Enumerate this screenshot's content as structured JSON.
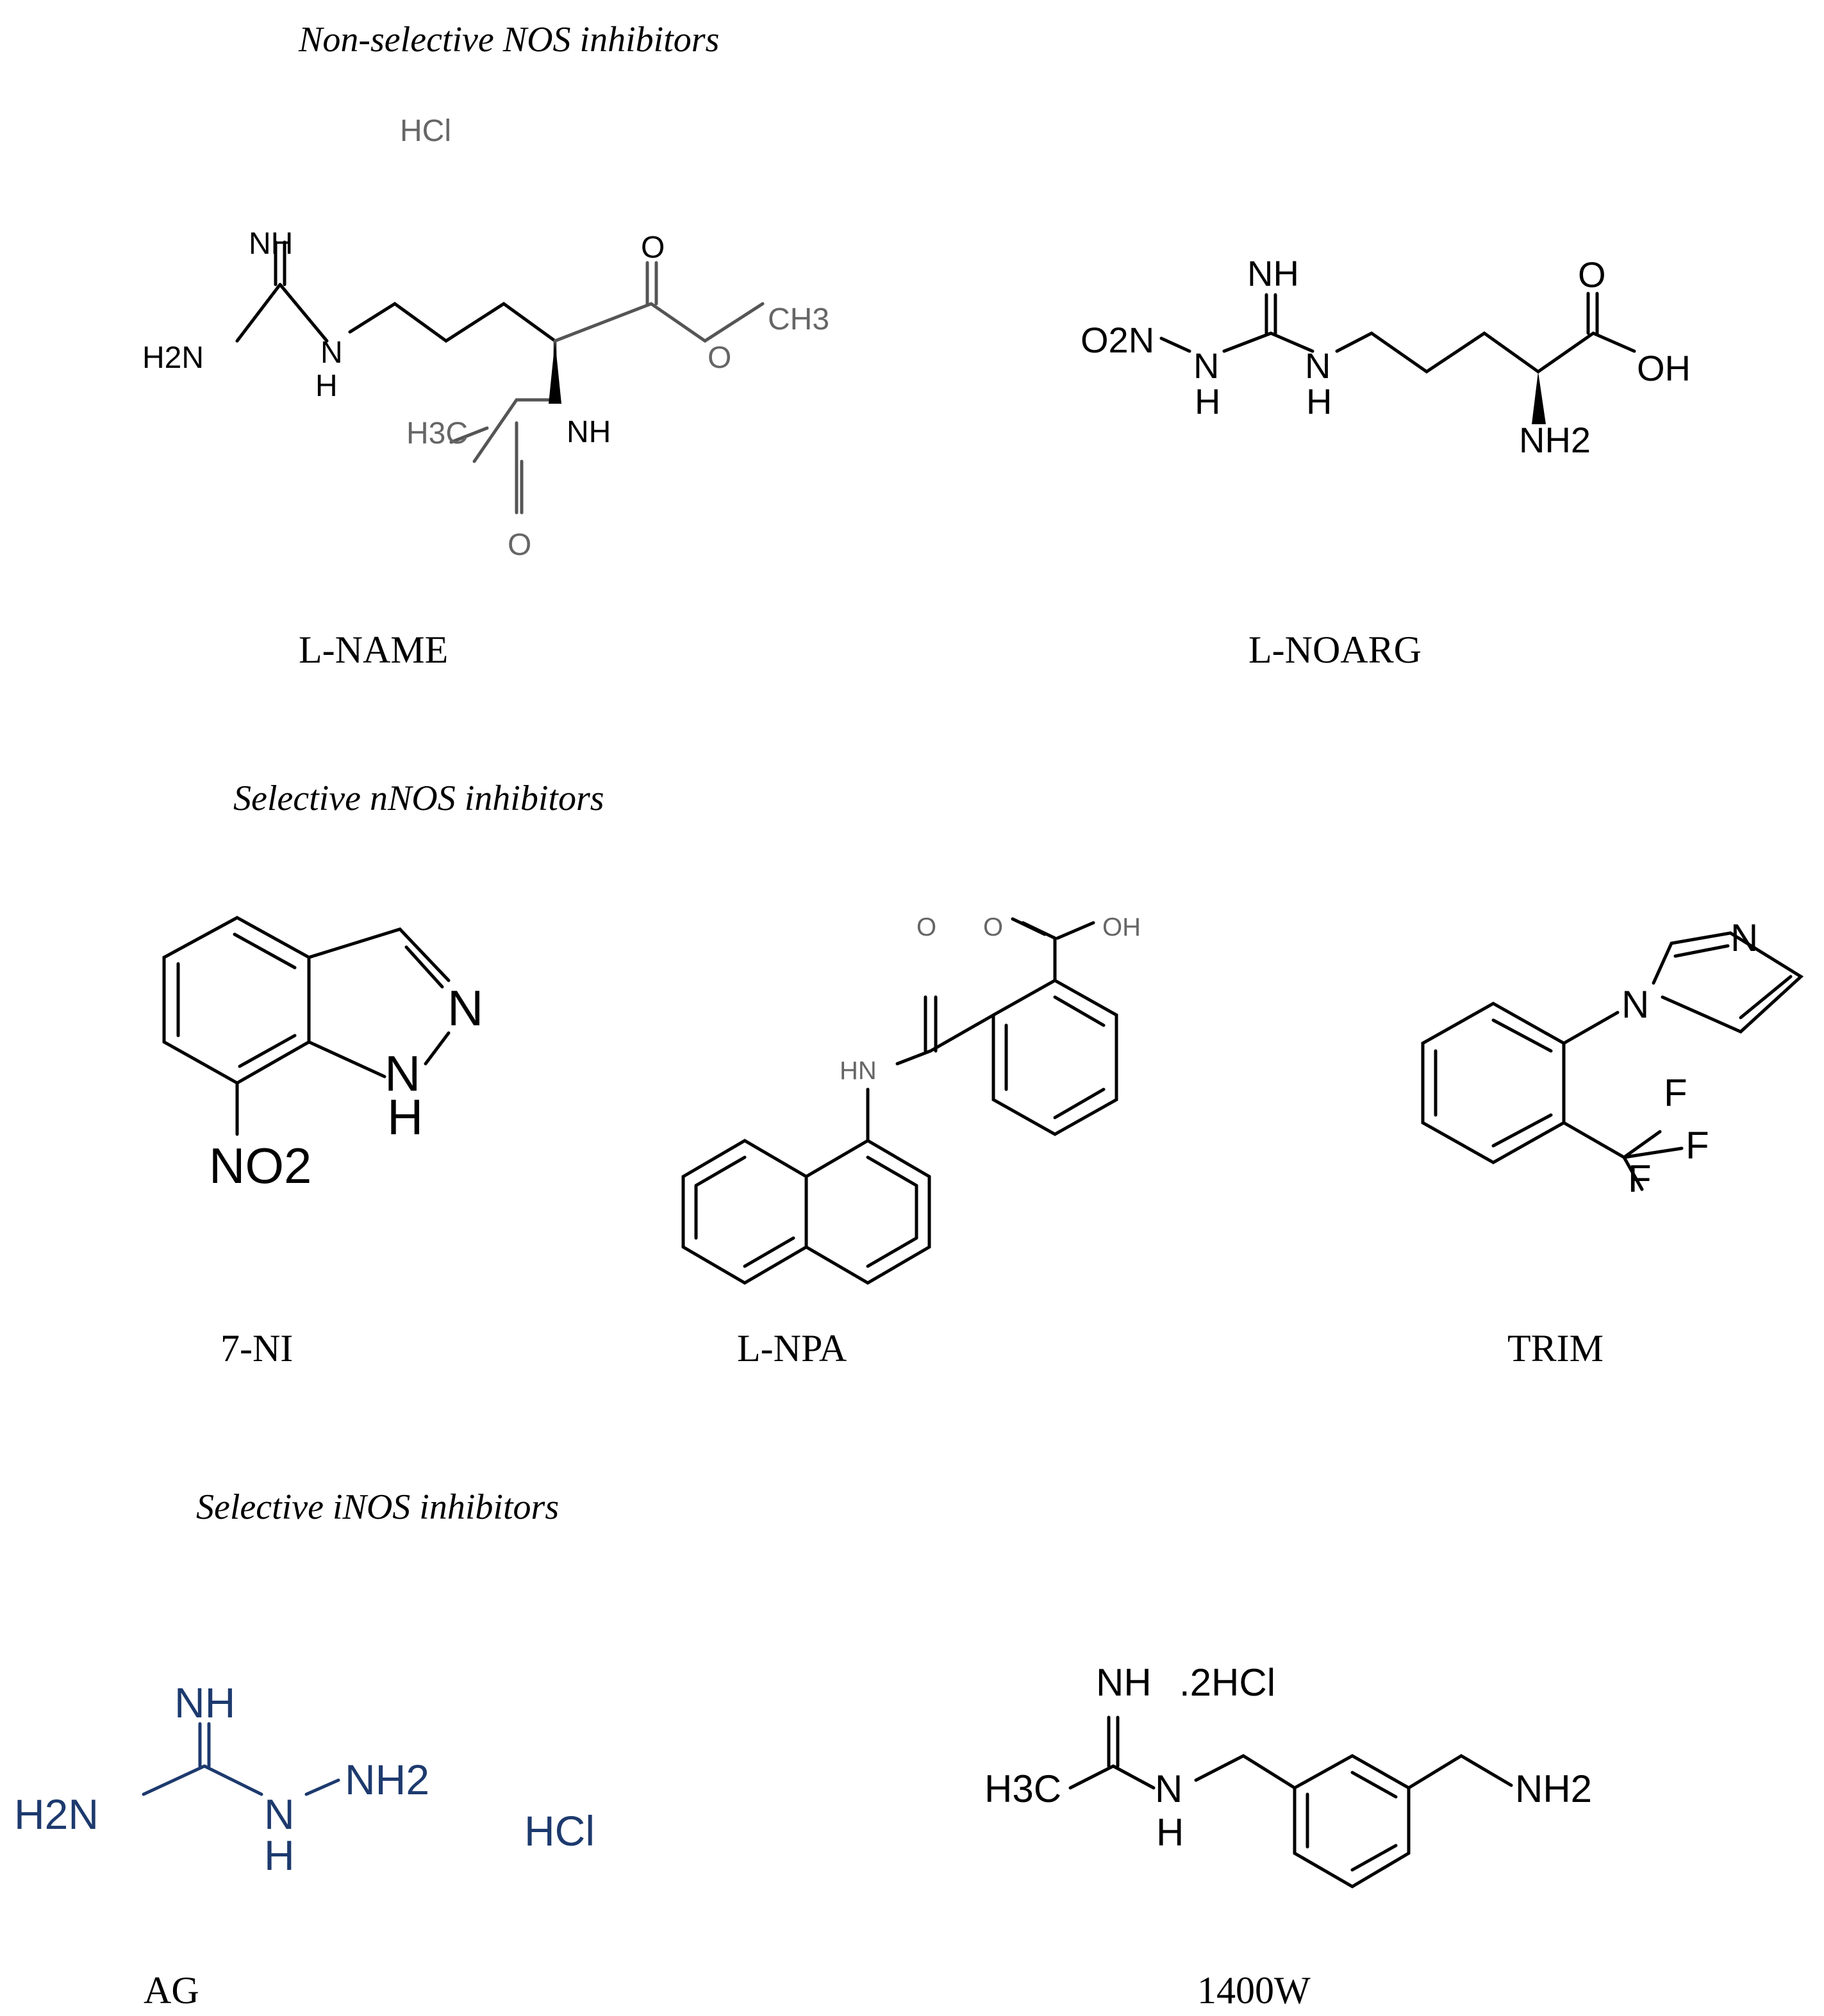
{
  "sections": {
    "non_selective": "Non-selective NOS inhibitors",
    "nnos": "Selective nNOS inhibitors",
    "inos": "Selective iNOS inhibitors"
  },
  "compounds": {
    "l_name": {
      "name": "L-NAME",
      "salt": "HCl"
    },
    "l_noarg": {
      "name": "L-NOARG"
    },
    "seven_ni": {
      "name": "7-NI"
    },
    "l_npa": {
      "name": "L-NPA"
    },
    "trim": {
      "name": "TRIM"
    },
    "ag": {
      "name": "AG",
      "salt": "HCl"
    },
    "w1400": {
      "name": "1400W",
      "salt": ".2HCl"
    }
  },
  "atoms": {
    "nh": "NH",
    "h2n": "H2N",
    "n": "N",
    "h": "H",
    "o": "O",
    "ch3": "CH3",
    "h3c": "H3C",
    "o2n": "O2N",
    "oh": "OH",
    "nh2": "NH2",
    "no2": "NO2",
    "hn": "HN",
    "f": "F"
  },
  "colors": {
    "structure": "#000000",
    "gray_structure": "#555555",
    "ag_blue": "#1d3a6e"
  }
}
